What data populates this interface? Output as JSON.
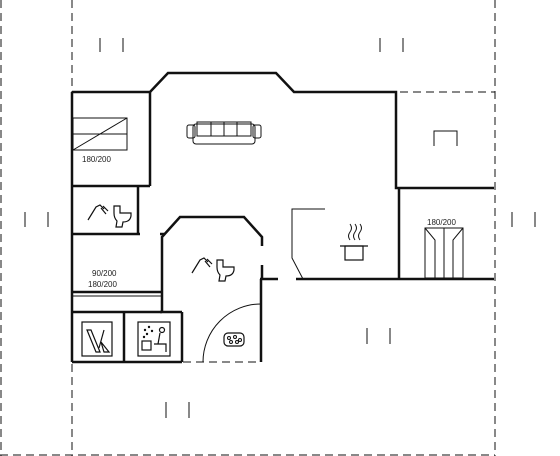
{
  "rooms": {
    "bedroom_top_label": "180/200",
    "bedroom_left_label_1": "90/200",
    "bedroom_left_label_2": "180/200",
    "bedroom_right_label": "180/200"
  },
  "icons": {
    "sofa": "sofa-icon",
    "shower_toilet_1": "shower-toilet-icon",
    "shower_toilet_2": "shower-toilet-icon",
    "cooking_pot": "cooking-pot-icon",
    "washing_machine": "washing-machine-icon",
    "sauna": "sauna-icon",
    "whirlpool": "whirlpool-icon",
    "fireplace": "fireplace-icon"
  }
}
